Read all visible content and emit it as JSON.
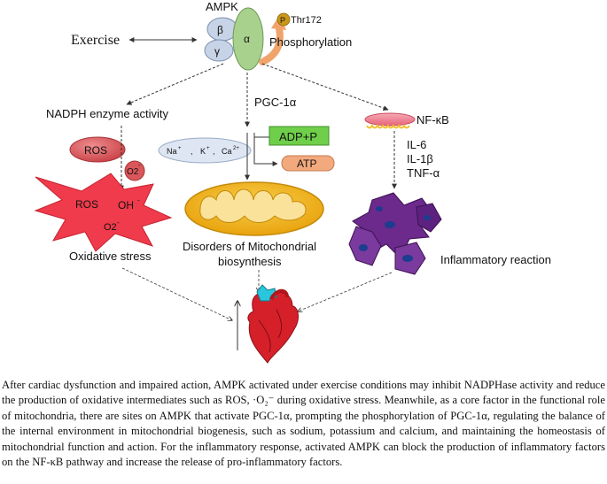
{
  "diagram": {
    "ampk": "AMPK",
    "beta": "β",
    "gamma": "γ",
    "alpha": "α",
    "p_badge": "P",
    "thr": "Thr172",
    "phosphorylation": "Phosphorylation",
    "exercise": "Exercise",
    "nadph": "NADPH enzyme activity",
    "pgc": "PGC-1α",
    "nfkb": "NF-κB",
    "ros_top": "ROS",
    "o2_top": "O2",
    "o2_top_sup": "-",
    "ros_star": "ROS",
    "oh_star": "OH",
    "oh_sup": "-",
    "o2_star": "O2",
    "o2_star_sup": "-",
    "oxidative_stress": "Oxidative stress",
    "ions": {
      "na": "Na",
      "na_sup": "+",
      "k": "K",
      "k_sup": "+",
      "ca": "Ca",
      "ca_sup": "2+",
      "sep1": ",",
      "sep2": ","
    },
    "adp": "ADP+P",
    "atp": "ATP",
    "mito_line1": "Disorders of Mitochondrial",
    "mito_line2": "biosynthesis",
    "il6": "IL-6",
    "il1b": "IL-1β",
    "tnfa": "TNF-α",
    "inflammatory": "Inflammatory reaction"
  },
  "caption": "After cardiac dysfunction and impaired action, AMPK  activated under exercise conditions may inhibit NADPHase activity and reduce the production of oxidative intermediates such as ROS, ·O₂⁻ during oxidative stress. Meanwhile, as a core factor in the functional role of mitochondria, there are sites on AMPK that activate PGC-1α, prompting the phosphorylation of PGC-1α, regulating the balance of the internal environment in mitochondrial biogenesis, such as sodium, potassium and calcium, and maintaining the homeostasis of mitochondrial function and action. For the inflammatory response, activated AMPK can block the production of inflammatory factors on the NF-κB pathway and increase the release of pro-inflammatory factors.",
  "colors": {
    "ros_fill": "#d9575a",
    "star_fill": "#ef3b4c",
    "mito_fill": "#f2b51a",
    "adp_fill": "#6fcf4a",
    "atp_fill": "#f3a97e",
    "alpha_fill": "#a9d18e",
    "subunit_fill": "#c7d3e6",
    "cell_fill": "#6b2a8c",
    "heart_red": "#d5202a",
    "heart_cyan": "#29c6dd"
  }
}
